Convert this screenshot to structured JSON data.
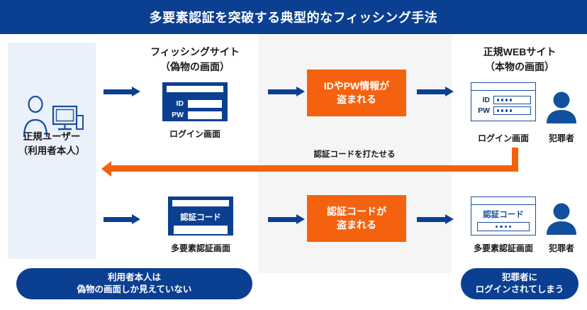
{
  "title": "多要素認証を突破する典型的なフィッシング手法",
  "user_panel": {
    "icon": "user-with-computer-icon",
    "label_line1": "正規ユーザー",
    "label_line2": "（利用者本人）"
  },
  "phishing_column": {
    "heading_line1": "フィッシングサイト",
    "heading_line2": "（偽物の画面）",
    "login_card": {
      "id_label": "ID",
      "pw_label": "PW",
      "caption": "ログイン画面"
    },
    "mfa_card": {
      "code_label": "認証コード",
      "caption": "多要素認証画面"
    }
  },
  "steal_boxes": [
    {
      "line1": "IDやPW情報が",
      "line2": "盗まれる"
    },
    {
      "line1": "認証コードが",
      "line2": "盗まれる"
    }
  ],
  "legit_column": {
    "heading_line1": "正規WEBサイト",
    "heading_line2": "（本物の画面）",
    "login_card": {
      "id_label": "ID",
      "pw_label": "PW",
      "caption": "ログイン画面",
      "masked_chars": 4
    },
    "mfa_card": {
      "code_label": "認証コード",
      "caption": "多要素認証画面",
      "masked_chars": 4
    },
    "criminal_caption_top": "犯罪者",
    "criminal_caption_bottom": "犯罪者"
  },
  "feedback_arrow": {
    "label": "認証コードを打たせる"
  },
  "conclusions": [
    {
      "line1": "利用者本人は",
      "line2": "偽物の画面しか見えていない"
    },
    {
      "line1": "犯罪者に",
      "line2": "ログインされてしまう"
    }
  ],
  "colors": {
    "brand_blue": "#0b3f91",
    "accent_orange": "#f4620f",
    "panel_blue": "#eaf1fa",
    "panel_gray": "#f5f5f5",
    "outline_blue": "#1b4f9c"
  }
}
